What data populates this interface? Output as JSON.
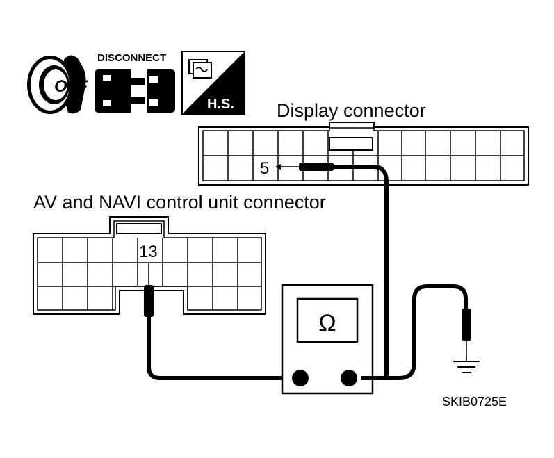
{
  "icons": {
    "ignition": {
      "name": "ignition-off-icon",
      "text": "OFF"
    },
    "disconnect": {
      "name": "disconnect-icon",
      "text": "DISCONNECT"
    },
    "harness": {
      "name": "harness-connector-icon",
      "text": "H.S."
    }
  },
  "display_connector": {
    "title": "Display connector",
    "pin": "5"
  },
  "av_navi_connector": {
    "title": "AV and NAVI control unit connector",
    "pin": "13"
  },
  "meter": {
    "symbol": "Ω",
    "name": "ohmmeter"
  },
  "ground": {
    "name": "ground-icon"
  },
  "figure_id": "SKIB0725E"
}
